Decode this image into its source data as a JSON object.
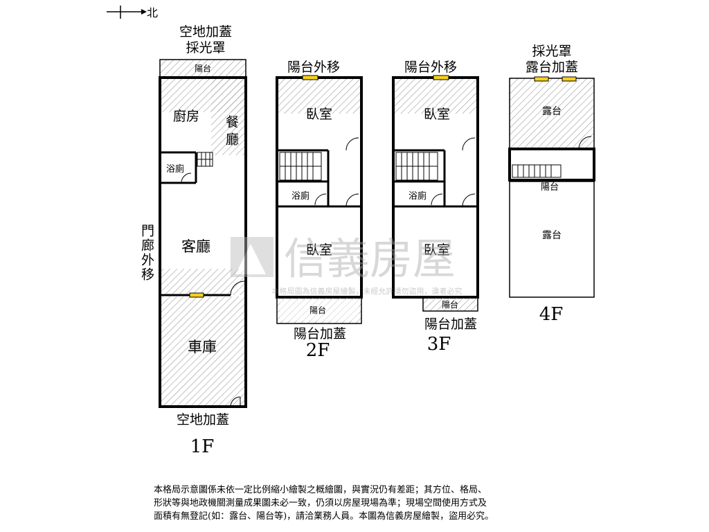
{
  "compass": {
    "label": "北"
  },
  "floor_1": {
    "label": "1F",
    "top_note_1": "空地加蓋",
    "top_note_2": "採光罩",
    "balcony": "陽台",
    "kitchen": "廚房",
    "dining": "餐廳",
    "bath": "浴廁",
    "living": "客廳",
    "garage": "車庫",
    "corridor": "門廊外移",
    "bottom_note": "空地加蓋"
  },
  "floor_2": {
    "label": "2F",
    "top_note": "陽台外移",
    "bedroom_1": "臥室",
    "bath": "浴廁",
    "bedroom_2": "臥室",
    "balcony": "陽台",
    "bottom_note": "陽台加蓋"
  },
  "floor_3": {
    "label": "3F",
    "top_note": "陽台外移",
    "bedroom_1": "臥室",
    "bath": "浴廁",
    "bedroom_2": "臥室",
    "balcony": "陽台",
    "bottom_note": "陽台加蓋"
  },
  "floor_4": {
    "label": "4F",
    "top_note_1": "採光罩",
    "top_note_2": "露台加蓋",
    "terrace_1": "露台",
    "balcony": "陽台",
    "terrace_2": "露台"
  },
  "watermark": {
    "brand": "信義房屋",
    "caption": "本格局圖為信義房屋繪製，未經允許請勿盜用，違者必究"
  },
  "disclaimer": [
    "本格局示意圖係未依一定比例縮小繪製之概繪圖，與實況仍有差距；其方位、格局、",
    "形狀等與地政機關測量成果圖未必一致，仍須以房屋現場為準；現場空間使用方式及",
    "面積有無登記(如：露台、陽台等)，請洽業務人員。本圖為信義房屋繪製，盜用必究。"
  ]
}
